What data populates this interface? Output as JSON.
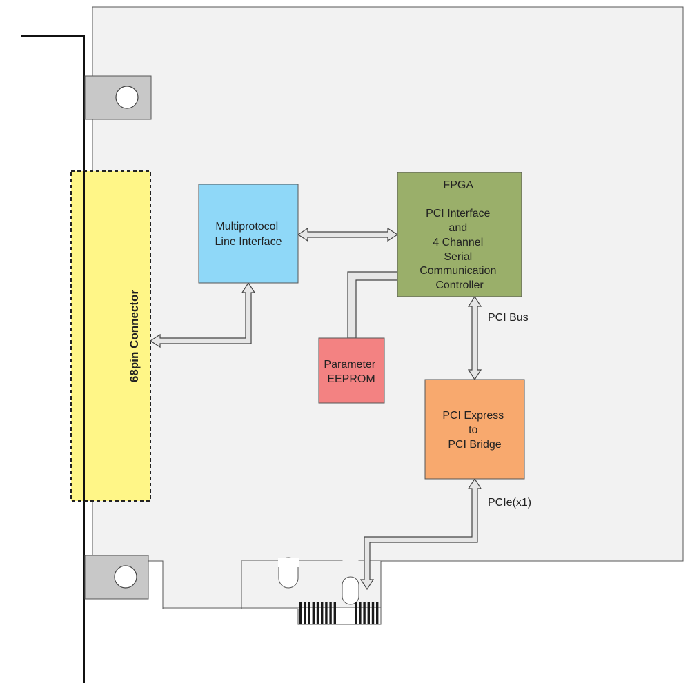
{
  "blocks": {
    "multiprotocol": {
      "lines": [
        "Multiprotocol",
        "Line Interface"
      ],
      "color": "#8fd8f8"
    },
    "fpga": {
      "lines": [
        "FPGA",
        "",
        "PCI Interface",
        "and",
        "4 Channel",
        "Serial",
        "Communication",
        "Controller"
      ],
      "color": "#9aaf6a"
    },
    "eeprom": {
      "lines": [
        "Parameter",
        "EEPROM"
      ],
      "color": "#f38282"
    },
    "bridge": {
      "lines": [
        "PCI Express",
        "to",
        "PCI Bridge"
      ],
      "color": "#f8a96e"
    }
  },
  "connector": {
    "label": "68pin Connector",
    "color": "#fff687"
  },
  "bus_labels": {
    "pci_bus": "PCI Bus",
    "pcie": "PCIe(x1)"
  },
  "colors": {
    "board": "#f2f2f2",
    "bracket_tab": "#c8c8c8",
    "arrow_fill": "#e6e6e6",
    "arrow_stroke": "#444444"
  }
}
